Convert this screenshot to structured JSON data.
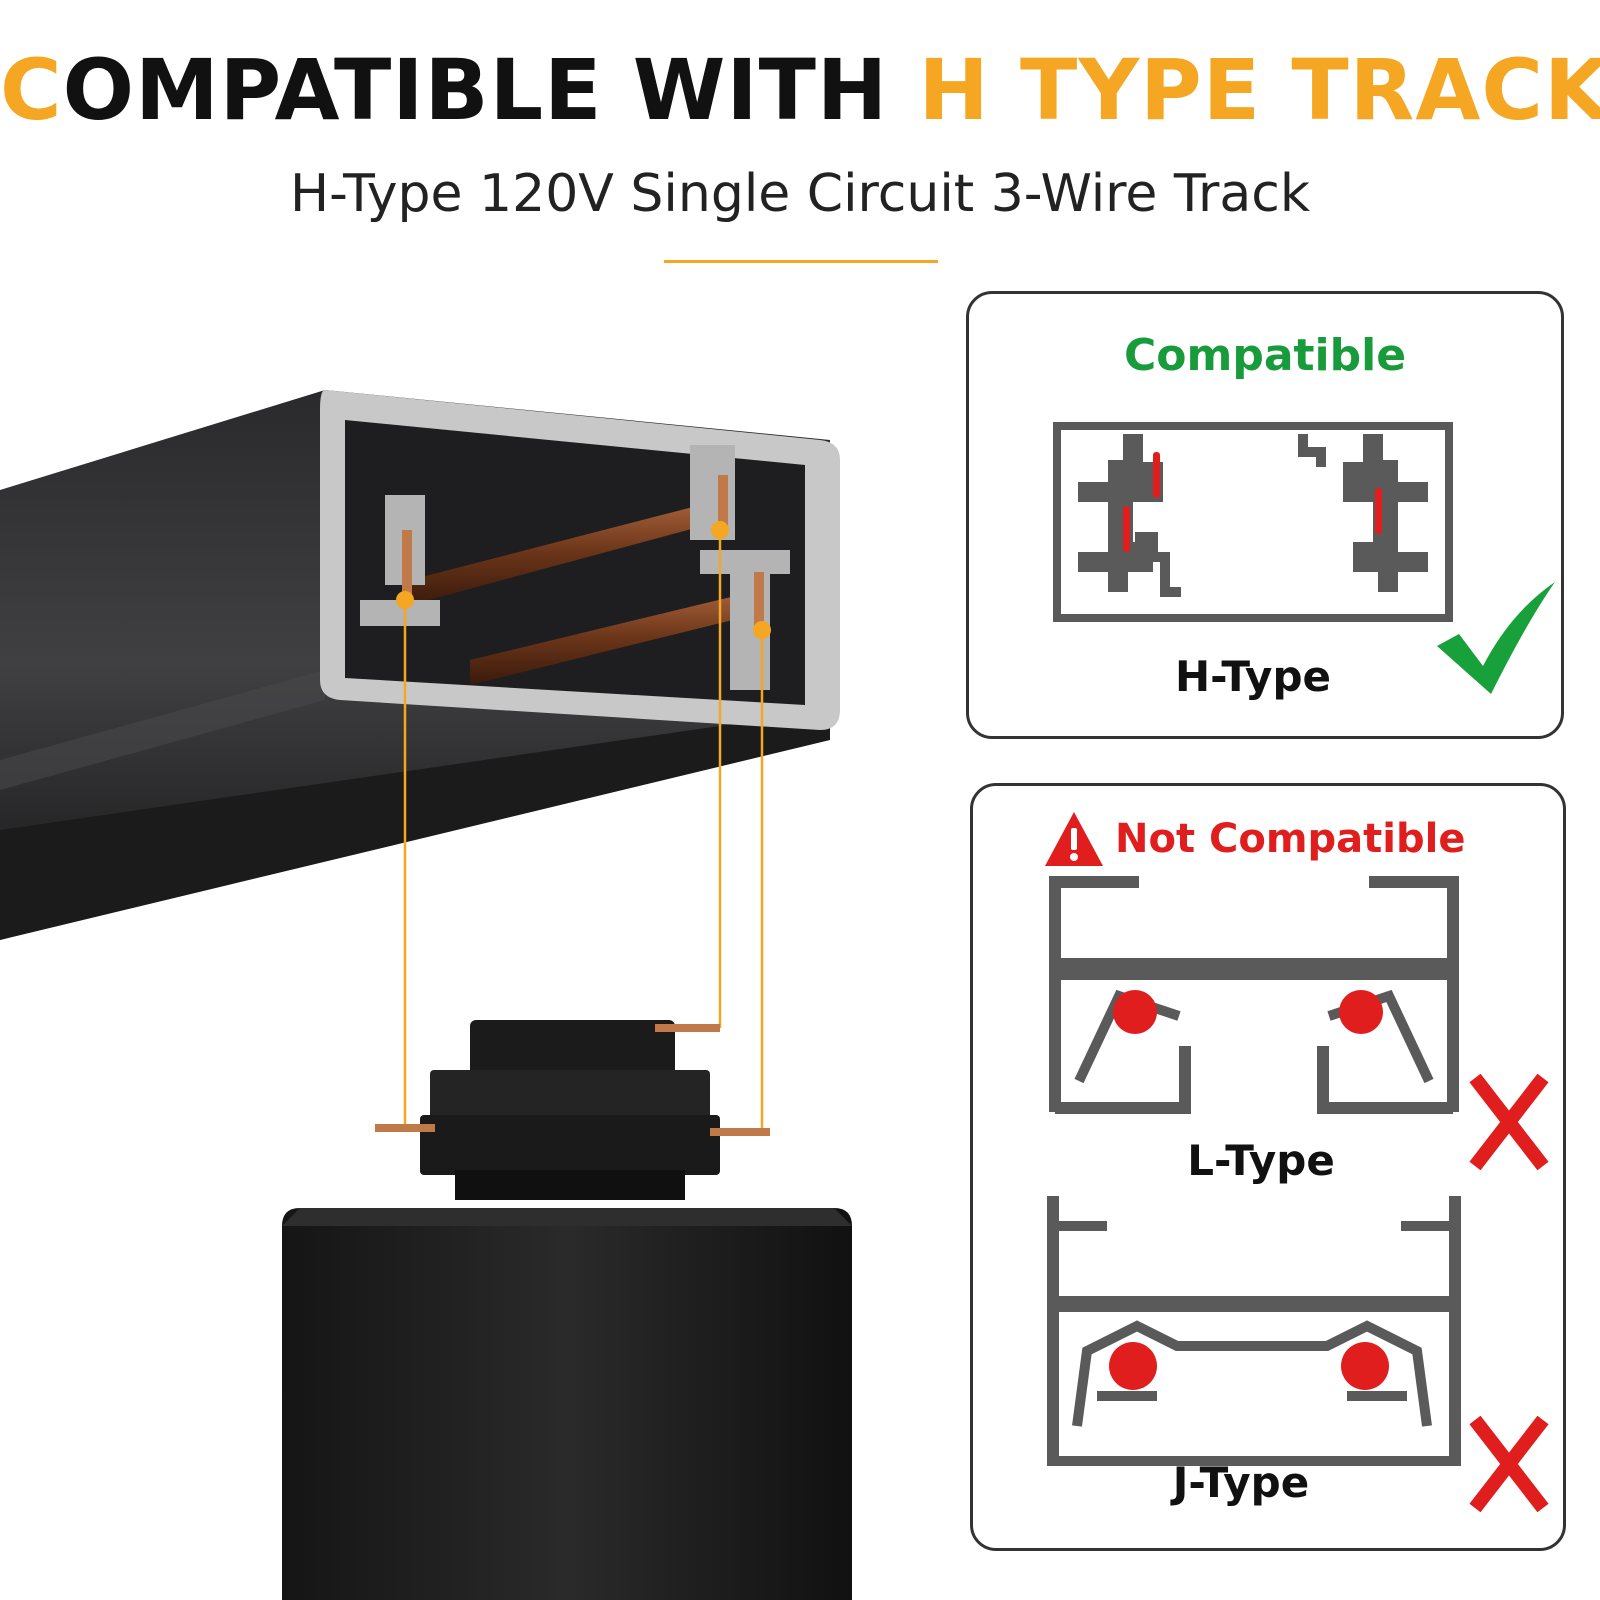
{
  "headline": {
    "first_letter": "C",
    "middle": "OMPATIBLE WITH ",
    "highlight": "H TYPE TRACK"
  },
  "subtitle": "H-Type 120V Single Circuit 3-Wire Track",
  "compatible_card": {
    "title": "Compatible",
    "type_label": "H-Type",
    "status_icon": "checkmark-icon"
  },
  "not_compatible_card": {
    "title": "Not Compatible",
    "warning_icon": "warning-triangle-icon",
    "items": [
      {
        "type_label": "L-Type",
        "status_icon": "x-icon"
      },
      {
        "type_label": "J-Type",
        "status_icon": "x-icon"
      }
    ]
  },
  "colors": {
    "accent_orange": "#f5a623",
    "compatible_green": "#189b3a",
    "incompatible_red": "#e01e1e",
    "diagram_gray": "#5a5a5a"
  }
}
